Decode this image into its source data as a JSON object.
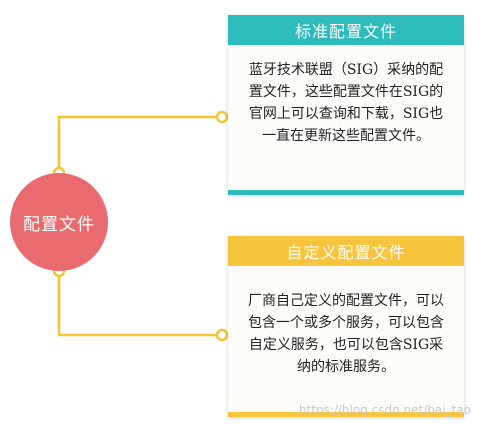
{
  "center_node": {
    "label": "配置文件",
    "color": "#ea6b6f"
  },
  "connector_color": "#f5c430",
  "cards": [
    {
      "title": "标准配置文件",
      "body": "蓝牙技术联盟（SIG）采纳的配置文件，这些配置文件在SIG的官网上可以查询和下载，SIG也一直在更新这些配置文件。",
      "header_color": "#2cbcbc"
    },
    {
      "title": "自定义配置文件",
      "body": "厂商自己定义的配置文件，可以包含一个或多个服务，可以包含自定义服务，也可以包含SIG采纳的标准服务。",
      "header_color": "#f6c43d"
    }
  ],
  "watermark": "https://blog.csdn.net/bai_tao"
}
